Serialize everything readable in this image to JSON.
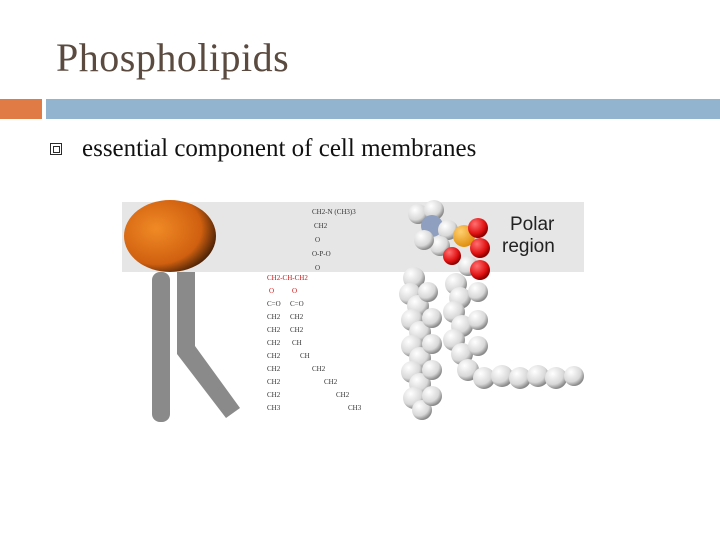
{
  "slide": {
    "title": "Phospholipids",
    "bullet": "essential component of cell membranes"
  },
  "figure": {
    "structure_lines": {
      "top": [
        "CH2-N (CH3)3",
        "CH2",
        "O",
        "O-P-O",
        "O"
      ],
      "glycerol": "CH2-CH-CH2",
      "chain_left": [
        "O",
        "C=O",
        "CH2",
        "CH2",
        "CH2",
        "CH2",
        "CH2",
        "CH2",
        "CH2",
        "CH3"
      ],
      "chain_right": [
        "O",
        "C=O",
        "CH2",
        "CH2",
        "CH",
        "CH",
        "CH2",
        "CH2",
        "CH2",
        "CH3"
      ]
    },
    "polar_label_line1": "Polar",
    "polar_label_line2": "region"
  },
  "colors": {
    "title": "#5a4a3f",
    "accent_orange": "#e07b45",
    "accent_blue": "#93b4cf",
    "head": "#e07a20",
    "tail": "#8a8a8a",
    "band": "#e8e8e8",
    "oxygen": "#e01010",
    "phosphorus": "#f0a020"
  }
}
